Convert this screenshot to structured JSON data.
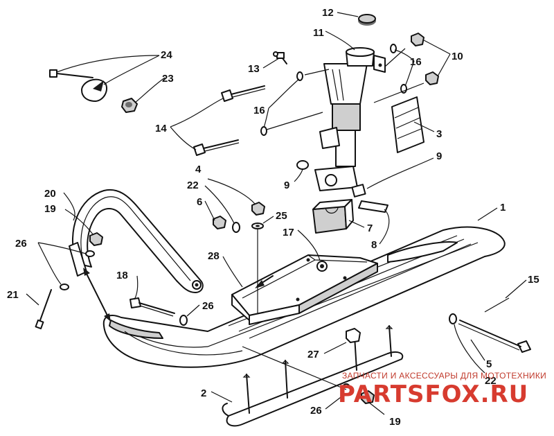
{
  "diagram": {
    "callouts": [
      {
        "id": "c1",
        "label": "1"
      },
      {
        "id": "c2",
        "label": "2"
      },
      {
        "id": "c3",
        "label": "3"
      },
      {
        "id": "c4",
        "label": "4"
      },
      {
        "id": "c5",
        "label": "5"
      },
      {
        "id": "c6",
        "label": "6"
      },
      {
        "id": "c7",
        "label": "7"
      },
      {
        "id": "c8",
        "label": "8"
      },
      {
        "id": "c9a",
        "label": "9"
      },
      {
        "id": "c9b",
        "label": "9"
      },
      {
        "id": "c10",
        "label": "10"
      },
      {
        "id": "c11",
        "label": "11"
      },
      {
        "id": "c12",
        "label": "12"
      },
      {
        "id": "c13",
        "label": "13"
      },
      {
        "id": "c14",
        "label": "14"
      },
      {
        "id": "c15",
        "label": "15"
      },
      {
        "id": "c16a",
        "label": "16"
      },
      {
        "id": "c16b",
        "label": "16"
      },
      {
        "id": "c17",
        "label": "17"
      },
      {
        "id": "c18",
        "label": "18"
      },
      {
        "id": "c19a",
        "label": "19"
      },
      {
        "id": "c19b",
        "label": "19"
      },
      {
        "id": "c20",
        "label": "20"
      },
      {
        "id": "c21",
        "label": "21"
      },
      {
        "id": "c22a",
        "label": "22"
      },
      {
        "id": "c22b",
        "label": "22"
      },
      {
        "id": "c23",
        "label": "23"
      },
      {
        "id": "c24",
        "label": "24"
      },
      {
        "id": "c25",
        "label": "25"
      },
      {
        "id": "c26a",
        "label": "26"
      },
      {
        "id": "c26b",
        "label": "26"
      },
      {
        "id": "c26c",
        "label": "26"
      },
      {
        "id": "c27",
        "label": "27"
      },
      {
        "id": "c28",
        "label": "28"
      }
    ]
  },
  "watermark": {
    "tagline": "ЗАПЧАСТИ И АКСЕССУАРЫ ДЛЯ МОТОТЕХНИКИ",
    "brand": "PARTSFOX.RU",
    "color": "#d73b2f"
  }
}
